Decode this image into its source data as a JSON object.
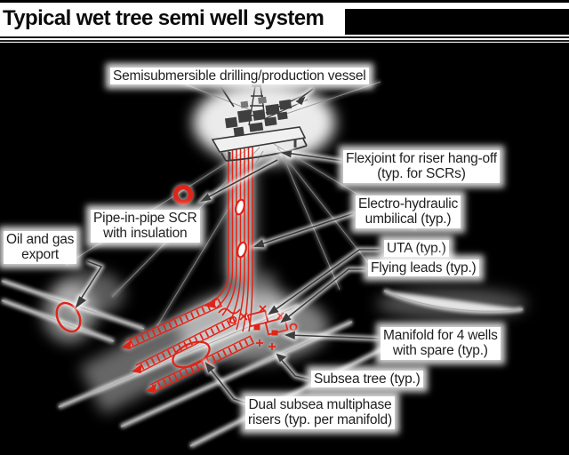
{
  "title": "Typical wet tree semi well system",
  "colors": {
    "accent_red": "#e02418",
    "line_dark": "#3c3c3c",
    "label_text": "#1f1f1f",
    "background": "#000000",
    "panel": "#ffffff",
    "gray_line": "#b0b0b0"
  },
  "labels": {
    "vessel": {
      "line1": "Semisubmersible drilling/production vessel"
    },
    "flexjoint": {
      "line1": "Flexjoint for riser hang-off",
      "line2": "(typ. for SCRs)"
    },
    "umbilical": {
      "line1": "Electro-hydraulic",
      "line2": "umbilical (typ.)"
    },
    "scr": {
      "line1": "Pipe-in-pipe SCR",
      "line2": "with insulation"
    },
    "export": {
      "line1": "Oil and gas",
      "line2": "export"
    },
    "uta": {
      "line1": "UTA (typ.)"
    },
    "flying_leads": {
      "line1": "Flying leads (typ.)"
    },
    "manifold": {
      "line1": "Manifold for 4 wells",
      "line2": "with spare (typ.)"
    },
    "subsea_tree": {
      "line1": "Subsea tree (typ.)"
    },
    "dual_risers": {
      "line1": "Dual subsea multiphase",
      "line2": "risers (typ. per manifold)"
    }
  }
}
